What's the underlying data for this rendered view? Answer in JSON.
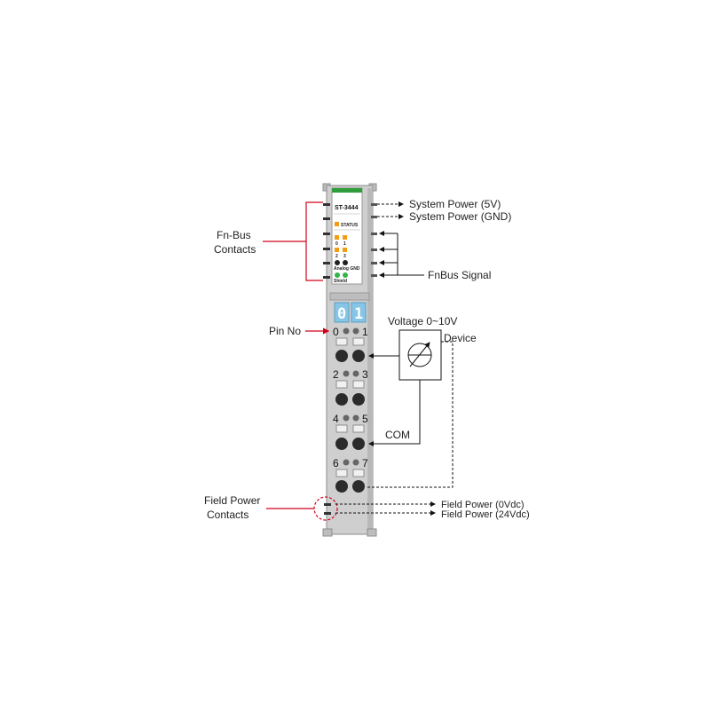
{
  "module": {
    "model": "ST-3444",
    "status_label": "STATUS",
    "led_labels": [
      "0",
      "1",
      "2",
      "3"
    ],
    "analog_gnd_label": "Analog GND",
    "shield_label": "Shield",
    "digits": [
      "0",
      "1"
    ],
    "pins": [
      "0",
      "1",
      "2",
      "3",
      "4",
      "5",
      "6",
      "7"
    ]
  },
  "labels": {
    "system_power_5v": "System Power (5V)",
    "system_power_gnd": "System Power (GND)",
    "fnbus_contacts_line1": "Fn-Bus",
    "fnbus_contacts_line2": "Contacts",
    "fnbus_signal": "FnBus Signal",
    "pin_no": "Pin No",
    "voltage": "Voltage 0~10V",
    "device": "Device",
    "com": "COM",
    "field_power_contacts_line1": "Field Power",
    "field_power_contacts_line2": "Contacts",
    "field_power_0vdc": "Field Power (0Vdc)",
    "field_power_24vdc": "Field Power (24Vdc)"
  },
  "colors": {
    "module_body": "#cfcfcf",
    "module_edge": "#8e8e8e",
    "top_stripe": "#2f9e3a",
    "led_orange": "#f39c12",
    "led_green": "#35b34a",
    "digit_bg": "#86c5e6",
    "callout_red": "#d0021b"
  }
}
